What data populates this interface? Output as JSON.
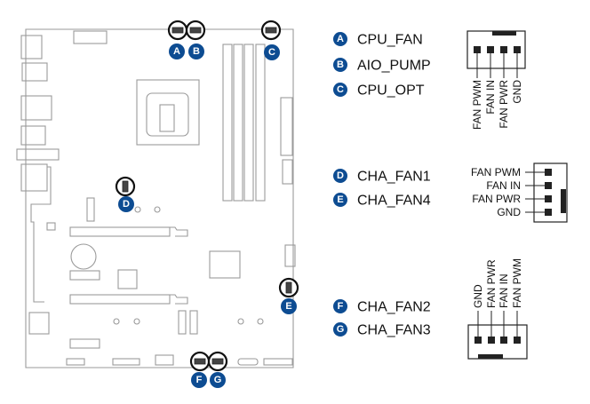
{
  "headers": [
    {
      "id": "A",
      "label": "CPU_FAN"
    },
    {
      "id": "B",
      "label": "AIO_PUMP"
    },
    {
      "id": "C",
      "label": "CPU_OPT"
    },
    {
      "id": "D",
      "label": "CHA_FAN1"
    },
    {
      "id": "E",
      "label": "CHA_FAN4"
    },
    {
      "id": "F",
      "label": "CHA_FAN2"
    },
    {
      "id": "G",
      "label": "CHA_FAN3"
    }
  ],
  "pinouts": {
    "cpu": [
      "FAN PWM",
      "FAN IN",
      "FAN PWR",
      "GND"
    ],
    "cha14": [
      "FAN PWM",
      "FAN IN",
      "FAN PWR",
      "GND"
    ],
    "cha23": [
      "GND",
      "FAN PWR",
      "FAN IN",
      "FAN PWM"
    ]
  },
  "colors": {
    "badge": "#0d4c92"
  }
}
